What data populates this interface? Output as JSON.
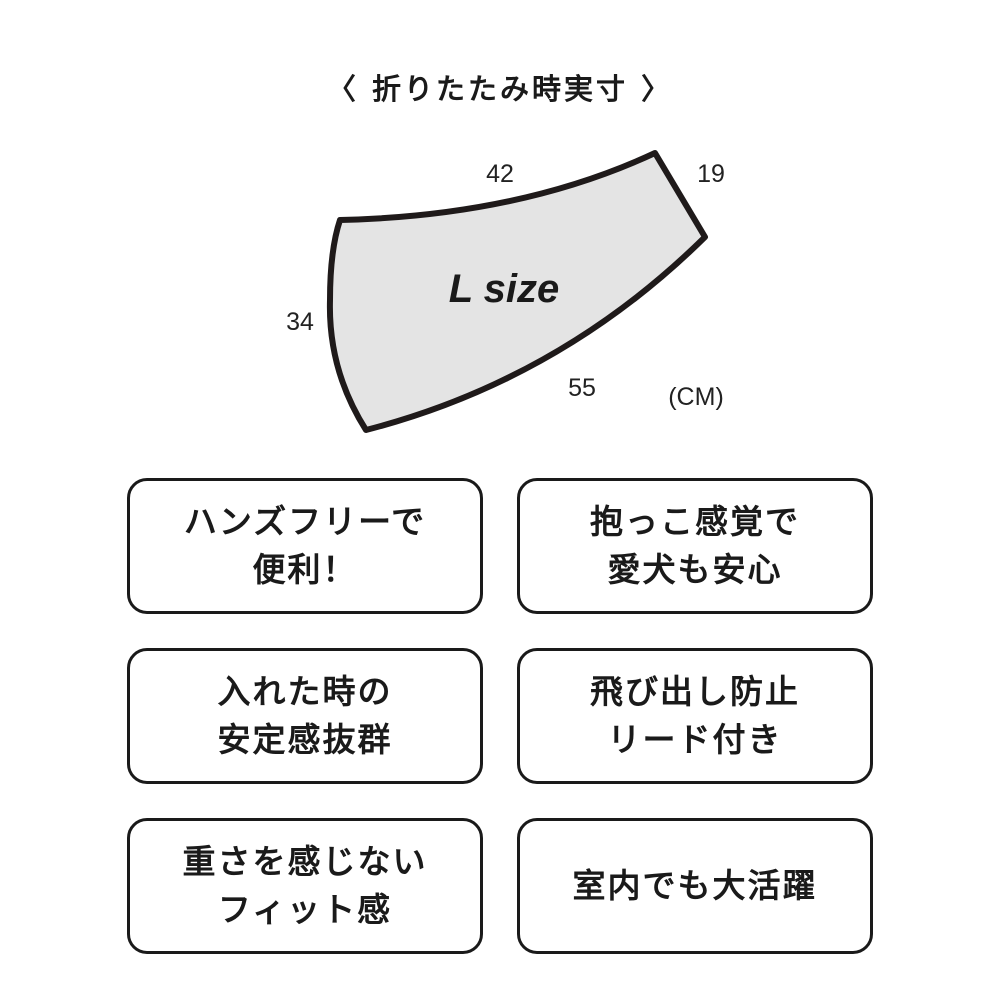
{
  "heading": "〈 折りたたみ時実寸 〉",
  "diagram": {
    "size_label": "L size",
    "top_length": "42",
    "right_length": "19",
    "left_length": "34",
    "bottom_length": "55",
    "unit": "(CM)",
    "fill_color": "#e4e4e4",
    "stroke_color": "#1f1a1a"
  },
  "features": [
    {
      "line1": "ハンズフリーで",
      "line2": "便利！"
    },
    {
      "line1": "抱っこ感覚で",
      "line2": "愛犬も安心"
    },
    {
      "line1": "入れた時の",
      "line2": "安定感抜群"
    },
    {
      "line1": "飛び出し防止",
      "line2": "リード付き"
    },
    {
      "line1": "重さを感じない",
      "line2": "フィット感"
    },
    {
      "line1": "室内でも大活躍",
      "line2": ""
    }
  ]
}
